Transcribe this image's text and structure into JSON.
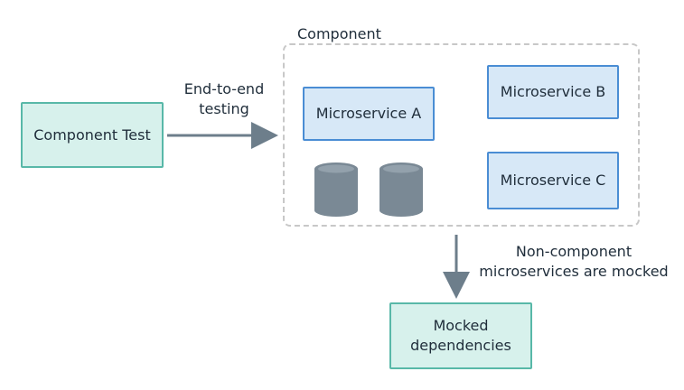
{
  "diagram": {
    "component_test": {
      "label": "Component Test"
    },
    "edge_label": {
      "line1": "End-to-end",
      "line2": "testing"
    },
    "component": {
      "label": "Component",
      "microservice_a": "Microservice A",
      "microservice_b": "Microservice B",
      "microservice_c": "Microservice C"
    },
    "mocked_note": {
      "line1": "Non-component",
      "line2": "microservices are mocked"
    },
    "mocked_dependencies": {
      "line1": "Mocked",
      "line2": "dependencies"
    },
    "colors": {
      "teal_fill": "#d7f1ec",
      "teal_border": "#58b8a8",
      "blue_fill": "#d7e8f7",
      "blue_border": "#4a8dd4",
      "arrow": "#6d7e8b",
      "database": "#7a8995",
      "dashed_border": "#c8c8c8"
    }
  }
}
